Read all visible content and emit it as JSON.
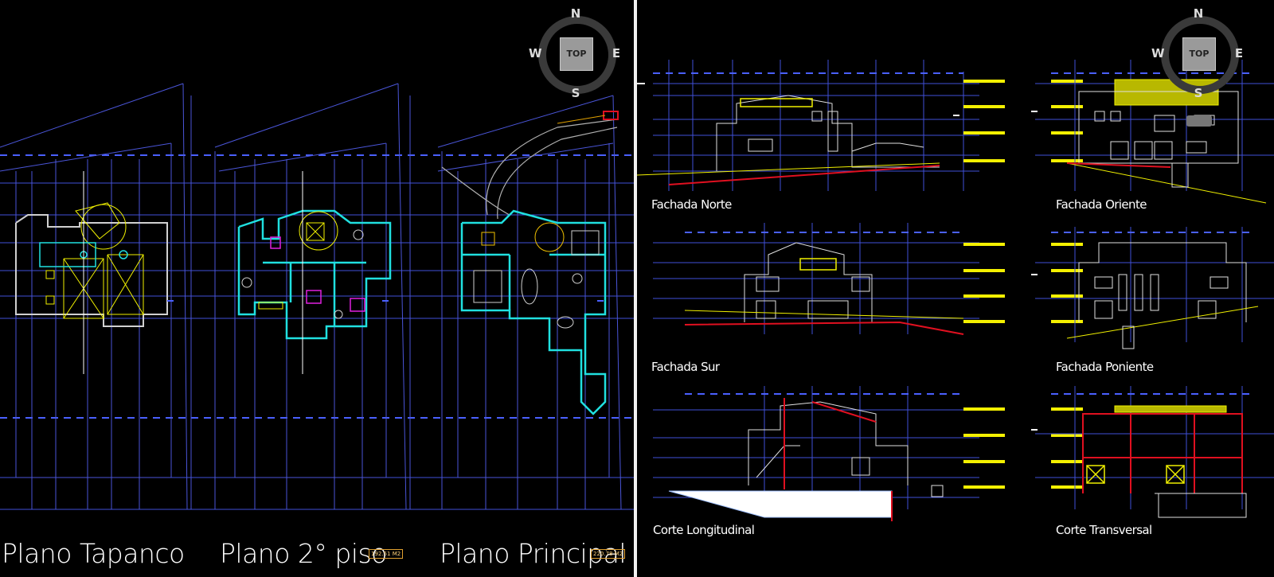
{
  "left_viewport": {
    "compass": {
      "north": "N",
      "south": "S",
      "east": "E",
      "west": "W",
      "face": "TOP"
    },
    "plan_titles": [
      {
        "label": "Plano Tapanco"
      },
      {
        "label": "Plano 2° piso",
        "area": "192.51 M2"
      },
      {
        "label": "Plano Principal",
        "area": "220.78 M2"
      }
    ]
  },
  "right_viewport": {
    "compass": {
      "north": "N",
      "south": "S",
      "east": "E",
      "west": "W",
      "face": "TOP"
    },
    "elevation_titles": [
      {
        "label": "Fachada Norte"
      },
      {
        "label": "Fachada Oriente"
      },
      {
        "label": "Fachada Sur"
      },
      {
        "label": "Fachada Poniente"
      },
      {
        "label": "Corte Longitudinal"
      },
      {
        "label": "Corte Transversal"
      }
    ]
  },
  "colors": {
    "grid": "#4a55e0",
    "wall": "#22e0e0",
    "accent": "#f4f000",
    "red": "#e01020",
    "white": "#ffffff",
    "magenta": "#e020e0"
  }
}
